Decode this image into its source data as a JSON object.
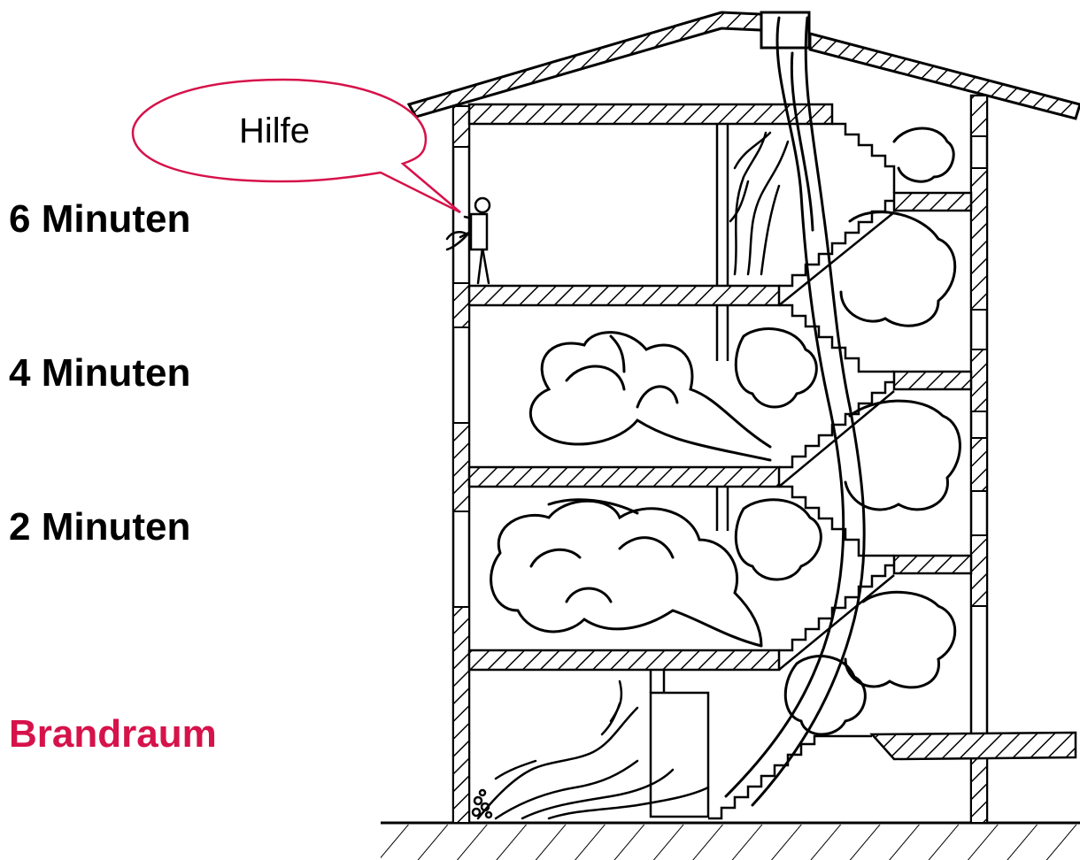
{
  "labels": {
    "floor_6": "6 Minuten",
    "floor_4": "4 Minuten",
    "floor_2": "2 Minuten",
    "fire_room": "Brandraum"
  },
  "speech_bubble": {
    "text": "Hilfe"
  },
  "colors": {
    "ink": "#000000",
    "accent": "#d6124a",
    "background": "#ffffff"
  }
}
